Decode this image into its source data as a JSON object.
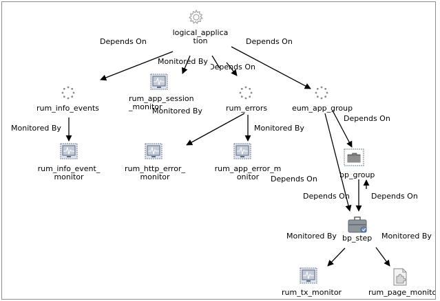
{
  "diagram": {
    "nodes": {
      "logical_application": {
        "label": "logical_applica\ntion",
        "icon": "gear-icon"
      },
      "rum_info_events": {
        "label": "rum_info_events",
        "icon": "dotted-circle-icon"
      },
      "rum_app_session_monitor": {
        "label": "rum_app_session\n_monitor",
        "icon": "monitor-icon"
      },
      "rum_errors": {
        "label": "rum_errors",
        "icon": "dotted-circle-icon"
      },
      "eum_app_group": {
        "label": "eum_app_group",
        "icon": "dotted-circle-icon"
      },
      "rum_info_event_monitor": {
        "label": "rum_info_event_\nmonitor",
        "icon": "monitor-icon"
      },
      "rum_http_error_monitor": {
        "label": "rum_http_error_\nmonitor",
        "icon": "monitor-icon"
      },
      "rum_app_error_monitor": {
        "label": "rum_app_error_m\nonitor",
        "icon": "monitor-icon"
      },
      "bp_group": {
        "label": "bp_group",
        "icon": "folder-icon"
      },
      "bp_step": {
        "label": "bp_step",
        "icon": "briefcase-icon"
      },
      "rum_tx_monitor": {
        "label": "rum_tx_monitor",
        "icon": "monitor-icon"
      },
      "rum_page_monitor": {
        "label": "rum_page_monitor",
        "icon": "puzzle-page-icon"
      }
    },
    "edge_labels": {
      "la_info": "Depends On",
      "la_eum": "Depends On",
      "la_session": "Monitored By",
      "la_errors": "Depends On",
      "info_monitor": "Monitored By",
      "session_monitor_label": "Monitored By",
      "errors_app_monitor": "Monitored By",
      "eum_bpgroup": "Depends On",
      "eum_bpstep": "Depends On",
      "bpgroup_bpstep_a": "Depends On",
      "bpgroup_bpstep_b": "Depends On",
      "bpstep_tx": "Monitored By",
      "bpstep_page": "Monitored By"
    },
    "colors": {
      "edge": "#000000",
      "icon_frame": "#6f7f97",
      "icon_screen": "#c4cbd6",
      "node_gray": "#9a9a9a"
    }
  }
}
